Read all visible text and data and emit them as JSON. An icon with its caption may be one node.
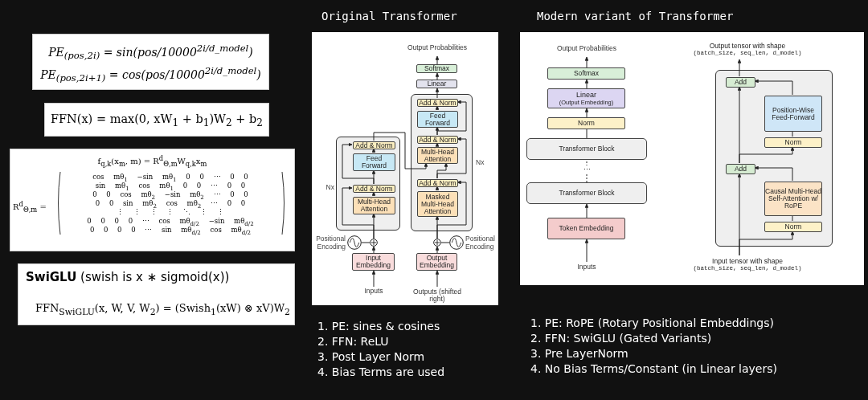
{
  "diagram": {
    "nodes": [
      {
        "text": [
          "Original Transformer"
        ]
      },
      {
        "text": [],
        "shape": "box",
        "in": 0,
        "beside": [
          "Nx"
        ]
      },
      {
        "text": [
          "Add & Norm"
        ],
        "in": 1
      },
      {
        "text": [
          "Feed Forward"
        ],
        "in": 1
      },
      {
        "text": [
          "Add & Norm"
        ],
        "in": 1
      },
      {
        "text": [
          "Multi-Head Attention"
        ],
        "in": 1
      },
      {
        "text": [],
        "shape": "box",
        "in": 0,
        "beside": [
          "Nx"
        ]
      },
      {
        "text": [
          "Add & Norm"
        ],
        "in": 6
      },
      {
        "text": [
          "Feed Forward"
        ],
        "in": 6
      },
      {
        "text": [
          "Add & Norm"
        ],
        "in": 6
      },
      {
        "text": [
          "Multi-Head Attention"
        ],
        "in": 6
      },
      {
        "text": [
          "Add & Norm"
        ],
        "in": 6
      },
      {
        "text": [
          "Masked Multi-Head Attention"
        ],
        "in": 6
      },
      {
        "text": [
          "Linear"
        ],
        "in": 0
      },
      {
        "text": [
          "Softmax"
        ],
        "in": 0
      },
      {
        "text": [
          "Output Probabilities"
        ],
        "in": 0
      },
      {
        "text": [
          "Input Embedding"
        ],
        "in": 0
      },
      {
        "text": [
          "Output Embedding"
        ],
        "in": 0
      },
      {
        "text": [
          "Inputs"
        ],
        "in": 0
      },
      {
        "text": [
          "Outputs (shifted right)"
        ],
        "in": 0
      },
      {
        "text": [],
        "shape": "circle",
        "in": 0
      },
      {
        "text": [],
        "shape": "circle",
        "in": 0,
        "beside": [
          "Positional Encoding"
        ]
      },
      {
        "text": [],
        "shape": "circle",
        "in": 0
      },
      {
        "text": [],
        "shape": "circle",
        "in": 0,
        "beside": [
          "Positional Encoding"
        ]
      },
      {
        "text": [
          "Modern variant of Transformer"
        ]
      },
      {
        "text": [
          "Output Probabilities"
        ],
        "in": 24
      },
      {
        "text": [
          "Softmax"
        ],
        "in": 24
      },
      {
        "text": [
          "Linear",
          "(Output Embedding)"
        ],
        "in": 24
      },
      {
        "text": [
          "Norm"
        ],
        "in": 24
      },
      {
        "text": [
          "Transformer Block"
        ],
        "in": 24
      },
      {
        "text": [
          "Transformer Block"
        ],
        "in": 24
      },
      {
        "text": [
          "Token Embedding"
        ],
        "in": 24
      },
      {
        "text": [
          "Inputs"
        ],
        "in": 24
      },
      {
        "text": [
          "Output tensor with shape",
          "(batch_size, seq_len, d_model)"
        ],
        "in": 24
      },
      {
        "text": [],
        "shape": "box",
        "in": 24
      },
      {
        "text": [
          "Add"
        ],
        "in": 34
      },
      {
        "text": [
          "Position-Wise Feed-Forward"
        ],
        "in": 34
      },
      {
        "text": [
          "Norm"
        ],
        "in": 34
      },
      {
        "text": [
          "Add"
        ],
        "in": 34
      },
      {
        "text": [
          "Causal Multi-Head Self-Attention w/ RoPE"
        ],
        "in": 34
      },
      {
        "text": [
          "Norm"
        ],
        "in": 34
      },
      {
        "text": [
          "Input tensor with shape",
          "(batch_size, seq_len, d_model)"
        ],
        "in": 24
      }
    ],
    "edges": [
      {
        "from": 18,
        "to": 16,
        "arrow": "to"
      },
      {
        "from": 16,
        "to": 20,
        "arrow": "to"
      },
      {
        "from": 21,
        "to": 20,
        "arrow": "none"
      },
      {
        "from": 20,
        "to": 5,
        "arrow": "to"
      },
      {
        "from": 20,
        "to": 4,
        "arrow": "to"
      },
      {
        "from": 5,
        "to": 4,
        "arrow": "to"
      },
      {
        "from": 4,
        "to": 3,
        "arrow": "to"
      },
      {
        "from": 4,
        "to": 2,
        "arrow": "to"
      },
      {
        "from": 3,
        "to": 2,
        "arrow": "to"
      },
      {
        "from": 2,
        "to": 10,
        "arrow": "to"
      },
      {
        "from": 19,
        "to": 17,
        "arrow": "to"
      },
      {
        "from": 17,
        "to": 22,
        "arrow": "to"
      },
      {
        "from": 23,
        "to": 22,
        "arrow": "none"
      },
      {
        "from": 22,
        "to": 12,
        "arrow": "to"
      },
      {
        "from": 22,
        "to": 11,
        "arrow": "to"
      },
      {
        "from": 12,
        "to": 11,
        "arrow": "to"
      },
      {
        "from": 11,
        "to": 10,
        "arrow": "to"
      },
      {
        "from": 11,
        "to": 9,
        "arrow": "to"
      },
      {
        "from": 10,
        "to": 9,
        "arrow": "to"
      },
      {
        "from": 9,
        "to": 8,
        "arrow": "to"
      },
      {
        "from": 9,
        "to": 7,
        "arrow": "to"
      },
      {
        "from": 8,
        "to": 7,
        "arrow": "to"
      },
      {
        "from": 7,
        "to": 13,
        "arrow": "to"
      },
      {
        "from": 13,
        "to": 14,
        "arrow": "to"
      },
      {
        "from": 14,
        "to": 15,
        "arrow": "to"
      },
      {
        "from": 32,
        "to": 31,
        "arrow": "to"
      },
      {
        "from": 31,
        "to": 30,
        "arrow": "to"
      },
      {
        "from": 30,
        "to": 29,
        "arrow": "none",
        "style": "dashed",
        "label": "⋯"
      },
      {
        "from": 29,
        "to": 28,
        "arrow": "none"
      },
      {
        "from": 28,
        "to": 27,
        "arrow": "to"
      },
      {
        "from": 27,
        "to": 26,
        "arrow": "to"
      },
      {
        "from": 26,
        "to": 25,
        "arrow": "to"
      },
      {
        "from": 41,
        "to": 38,
        "arrow": "to"
      },
      {
        "from": 41,
        "to": 40,
        "arrow": "to"
      },
      {
        "from": 40,
        "to": 39,
        "arrow": "none"
      },
      {
        "from": 39,
        "to": 38,
        "arrow": "to"
      },
      {
        "from": 38,
        "to": 35,
        "arrow": "to"
      },
      {
        "from": 38,
        "to": 37,
        "arrow": "to"
      },
      {
        "from": 37,
        "to": 36,
        "arrow": "none"
      },
      {
        "from": 36,
        "to": 35,
        "arrow": "to"
      },
      {
        "from": 35,
        "to": 33,
        "arrow": "to"
      }
    ],
    "labels": [
      "PE$_{(pos,2i)}$ = sin(pos/10000$^{2i/d_model}$)",
      "PE$_{(pos,2i+1)}$ = cos(pos/10000$^{2i/d_model}$)",
      "FFN(x) = max(0, xW$_{1}$ + b$_{1}$)W$_{2}$ + b$_{2}$",
      "f$_{q,k}$(x$_{m}$, m) = R$^{d}$$_{Θ,m}$W$_{q,k}$x$_{m}$",
      "R$^{d}$$_{Θ,m}$ =",
      "cos mθ$_{1}$ −sin mθ$_{1}$ 0 0 ⋯ 0 0",
      "sin mθ$_{1}$ cos mθ$_{1}$ 0 0 ⋯ 0 0",
      "0 0 cos mθ$_{2}$ −sin mθ$_{2}$ ⋯ 0 0",
      "0 0 sin mθ$_{2}$ cos mθ$_{2}$ ⋯ 0 0",
      "⋮ ⋮ ⋮ ⋮ ⋱ ⋮ ⋮",
      "0 0 0 0 ⋯ cos mθ$_{d/2}$ −sin mθ$_{d/2}$",
      "0 0 0 0 ⋯ sin mθ$_{d/2}$ cos mθ$_{d/2}$",
      "**SwiGLU** (swish is x ∗ sigmoid(x))",
      "FFN$_{SwiGLU}$(x, W, V, W$_{2}$) = (Swish$_{1}$(xW) ⊗ xV)W$_{2}$",
      "1. PE: sines & cosines",
      "2. FFN: ReLU",
      "3. Post Layer Norm",
      "4. Bias Terms are used",
      "1. PE: RoPE (Rotary Positional Embeddings)",
      "2. FFN: SwiGLU (Gated Variants)",
      "3. Pre LayerNorm",
      "4. No Bias Terms/Constant (in Linear layers)"
    ]
  }
}
